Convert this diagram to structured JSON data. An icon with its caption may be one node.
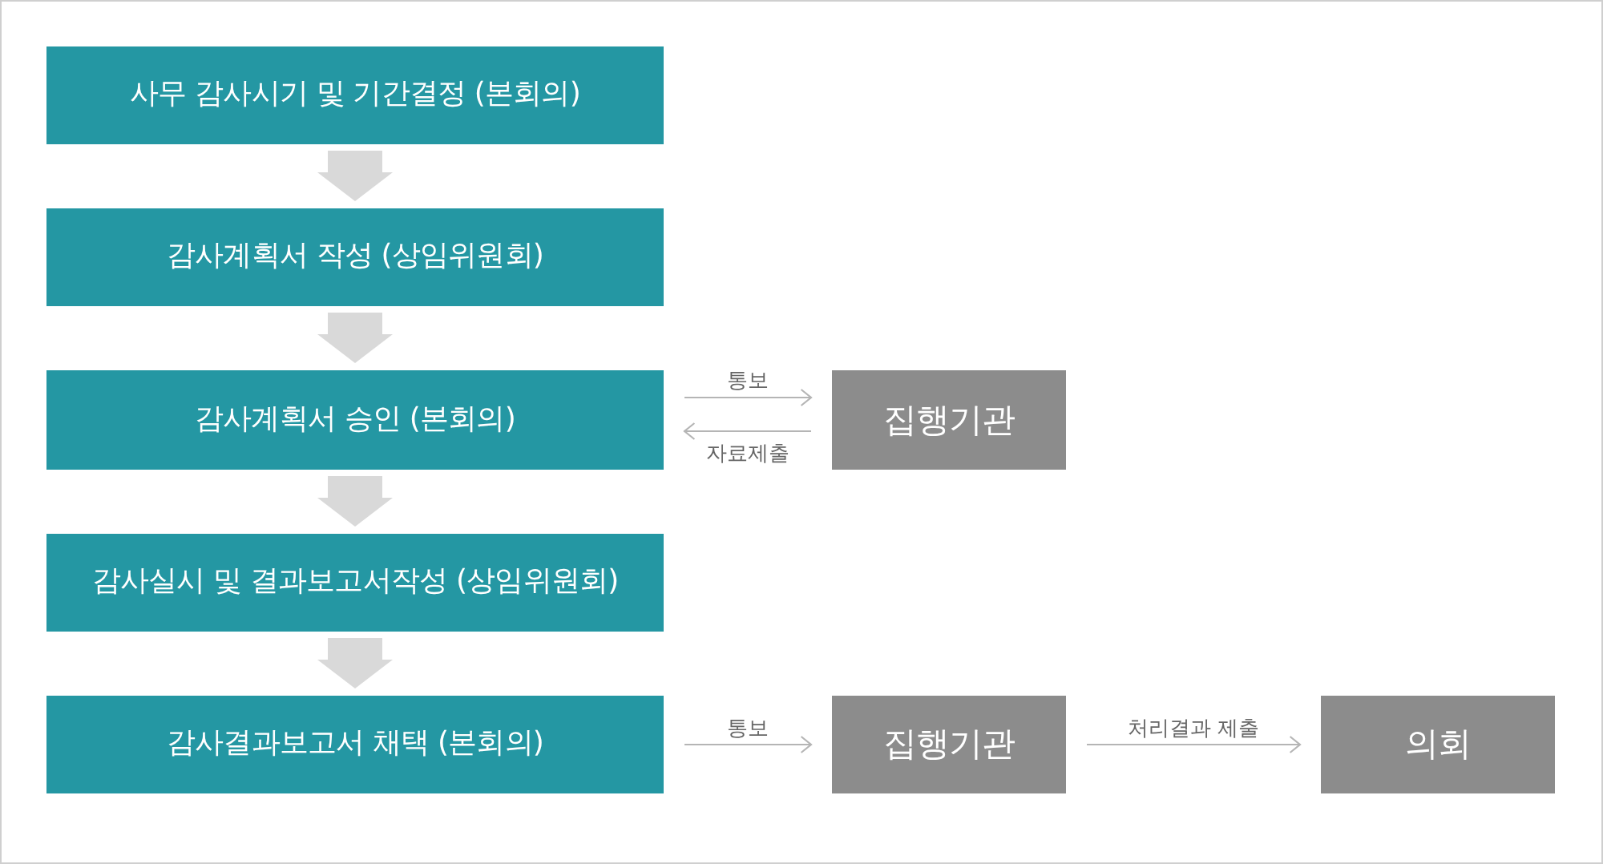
{
  "diagram": {
    "nodes": [
      {
        "text": [
          "사무 감사시기 및 기간결정 (본회의)"
        ]
      },
      {
        "text": [
          "감사계획서 작성 (상임위원회)"
        ]
      },
      {
        "text": [
          "감사계획서 승인 (본회의)"
        ]
      },
      {
        "text": [
          "감사실시 및 결과보고서작성 (상임위원회)"
        ]
      },
      {
        "text": [
          "감사결과보고서 채택 (본회의)"
        ]
      },
      {
        "text": [
          "집행기관"
        ]
      },
      {
        "text": [
          "집행기관"
        ]
      },
      {
        "text": [
          "의회"
        ]
      }
    ],
    "edges": [
      {
        "from": 0,
        "to": 1,
        "arrow": "to",
        "style": "thick",
        "color": "#d9d9d9"
      },
      {
        "from": 1,
        "to": 2,
        "arrow": "to",
        "style": "thick",
        "color": "#d9d9d9"
      },
      {
        "from": 2,
        "to": 3,
        "arrow": "to",
        "style": "thick",
        "color": "#d9d9d9"
      },
      {
        "from": 3,
        "to": 4,
        "arrow": "to",
        "style": "thick",
        "color": "#d9d9d9"
      },
      {
        "from": 2,
        "to": 5,
        "arrow": "to",
        "label": "통보"
      },
      {
        "from": 5,
        "to": 2,
        "arrow": "to",
        "label": "자료제출"
      },
      {
        "from": 4,
        "to": 6,
        "arrow": "to",
        "label": "통보"
      },
      {
        "from": 6,
        "to": 7,
        "arrow": "to",
        "label": "처리결과 제출"
      }
    ]
  }
}
